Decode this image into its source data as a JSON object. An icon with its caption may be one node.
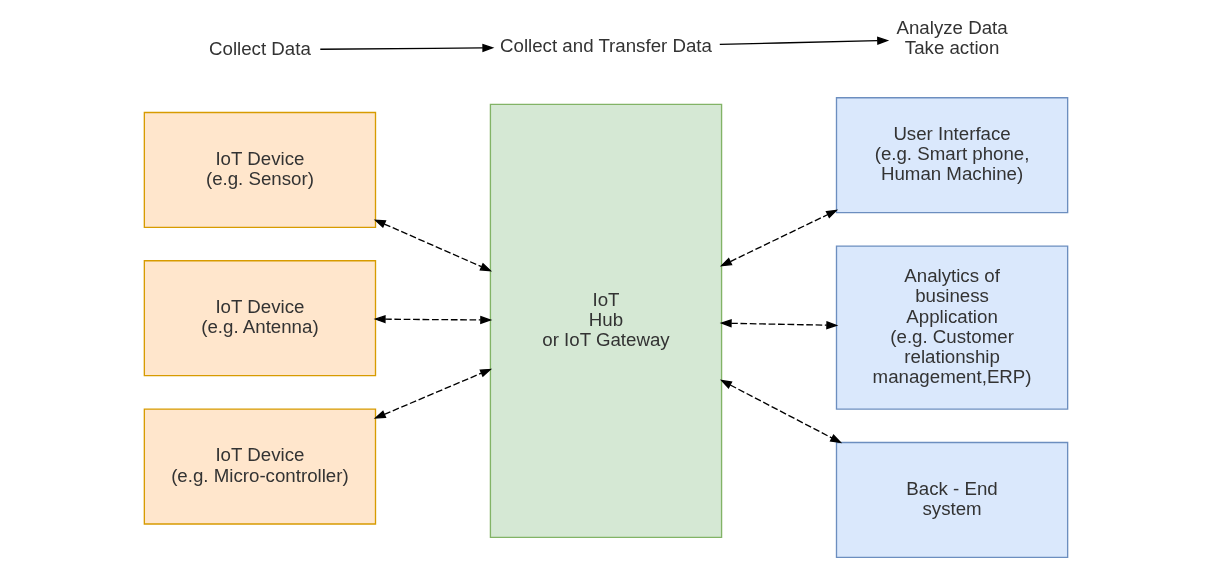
{
  "diagram": {
    "nodes": [
      {
        "text": [
          "Collect Data"
        ]
      },
      {
        "text": [
          "Collect and Transfer Data"
        ]
      },
      {
        "text": [
          "Analyze Data Take action"
        ]
      },
      {
        "text": [
          "IoT Device (e.g. Sensor)"
        ]
      },
      {
        "text": [
          "IoT Device (e.g. Antenna)"
        ]
      },
      {
        "text": [
          "IoT Device (e.g. Micro-controller)"
        ]
      },
      {
        "text": [
          "IoT Hub or IoT Gateway"
        ]
      },
      {
        "text": [
          "User Interface (e.g. Smart phone, Human Machine)"
        ]
      },
      {
        "text": [
          "Analytics of business Application (e.g. Customer relationship management,ERP)"
        ]
      },
      {
        "text": [
          "Back - End system"
        ]
      }
    ],
    "edges": [
      {
        "from": 0,
        "to": 1,
        "arrow": "to"
      },
      {
        "from": 1,
        "to": 2,
        "arrow": "to"
      },
      {
        "from": 3,
        "to": 6,
        "arrow": "both",
        "style": "dashed"
      },
      {
        "from": 4,
        "to": 6,
        "arrow": "both",
        "style": "dashed"
      },
      {
        "from": 5,
        "to": 6,
        "arrow": "both",
        "style": "dashed"
      },
      {
        "from": 6,
        "to": 7,
        "arrow": "both",
        "style": "dashed"
      },
      {
        "from": 6,
        "to": 8,
        "arrow": "both",
        "style": "dashed"
      },
      {
        "from": 6,
        "to": 9,
        "arrow": "both",
        "style": "dashed"
      }
    ]
  }
}
